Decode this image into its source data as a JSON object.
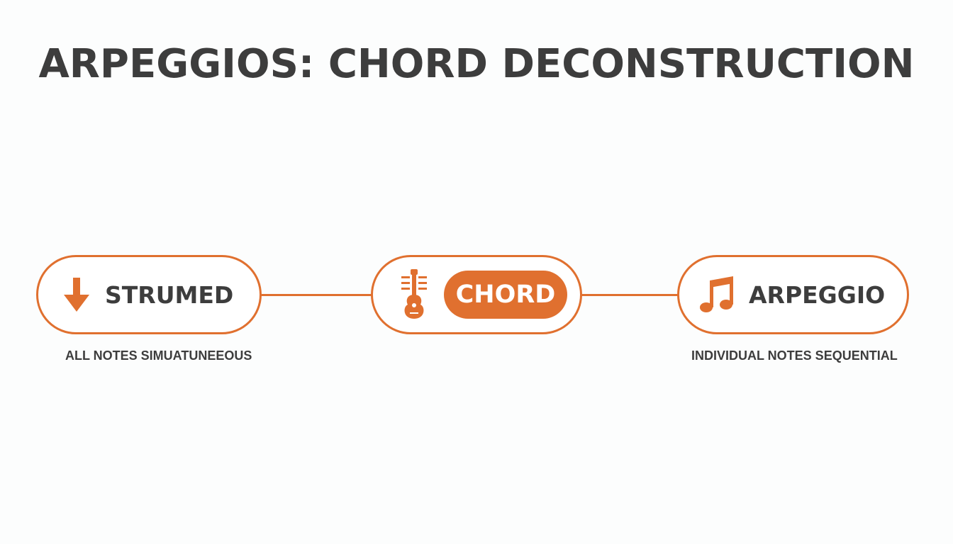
{
  "title": "ARPEGGIOS: CHORD DECONSTRUCTION",
  "colors": {
    "accent": "#e0702f",
    "text": "#3d3d3d",
    "background": "#fcfdfd"
  },
  "nodes": {
    "strummed": {
      "label": "STRUMED",
      "icon": "down-arrow-icon",
      "caption": "ALL NOTES SIMUATUNEEOUS"
    },
    "chord": {
      "label": "CHORD",
      "icon": "guitar-icon"
    },
    "arpeggio": {
      "label": "ARPEGGIO",
      "icon": "music-note-icon",
      "caption": "INDIVIDUAL NOTES SEQUENTIAL"
    }
  }
}
